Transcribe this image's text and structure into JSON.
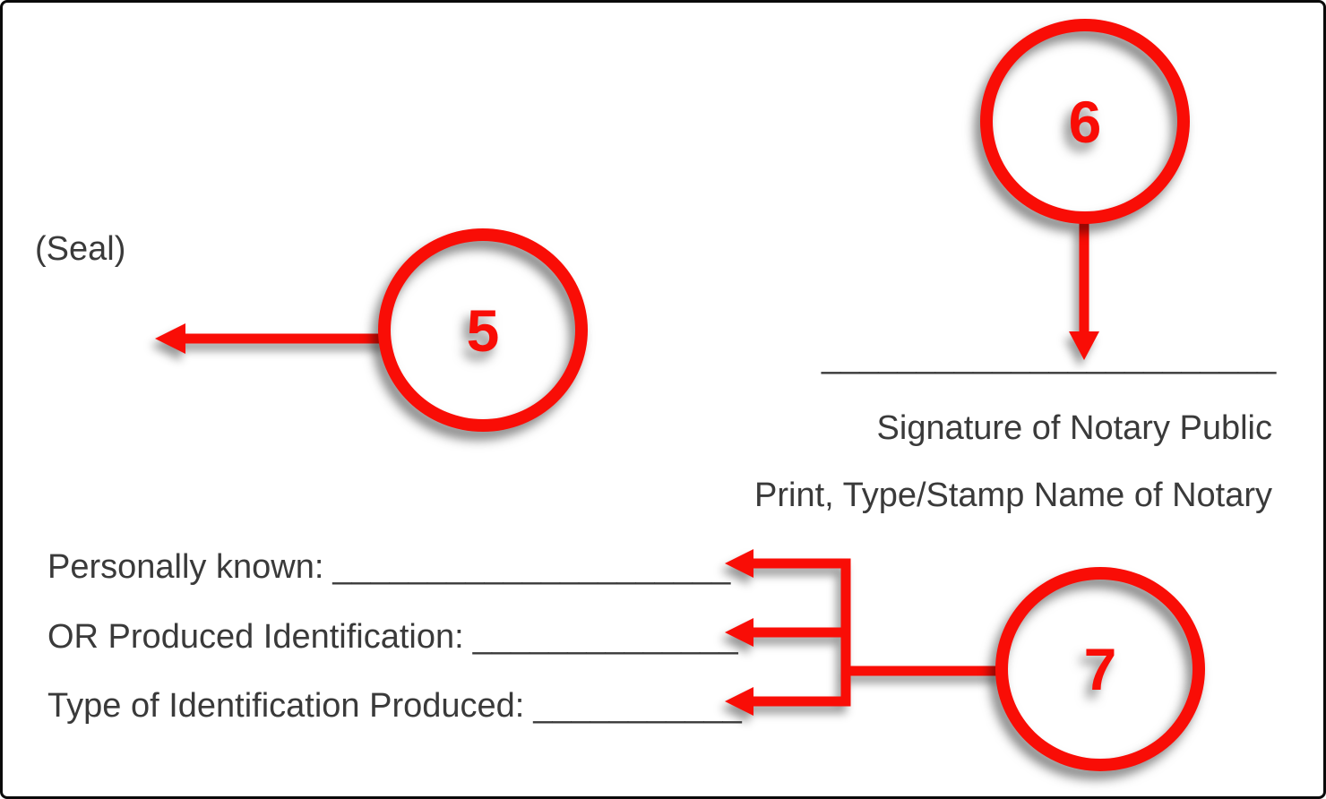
{
  "colors": {
    "accent_red": "#f90d06",
    "text": "#3a3a3a",
    "frame": "#0a0a0a"
  },
  "seal_label": "(Seal)",
  "callouts": [
    {
      "number": "5"
    },
    {
      "number": "6"
    },
    {
      "number": "7"
    }
  ],
  "notary_block": {
    "signature_blank": "________________________",
    "signature_caption": "Signature of Notary Public",
    "print_name_caption": "Print, Type/Stamp Name of Notary"
  },
  "identification_lines": [
    {
      "label": "Personally known:",
      "blank": "_____________________"
    },
    {
      "label": "OR Produced Identification:",
      "blank": "______________"
    },
    {
      "label": "Type of Identification Produced:",
      "blank": "___________"
    }
  ]
}
